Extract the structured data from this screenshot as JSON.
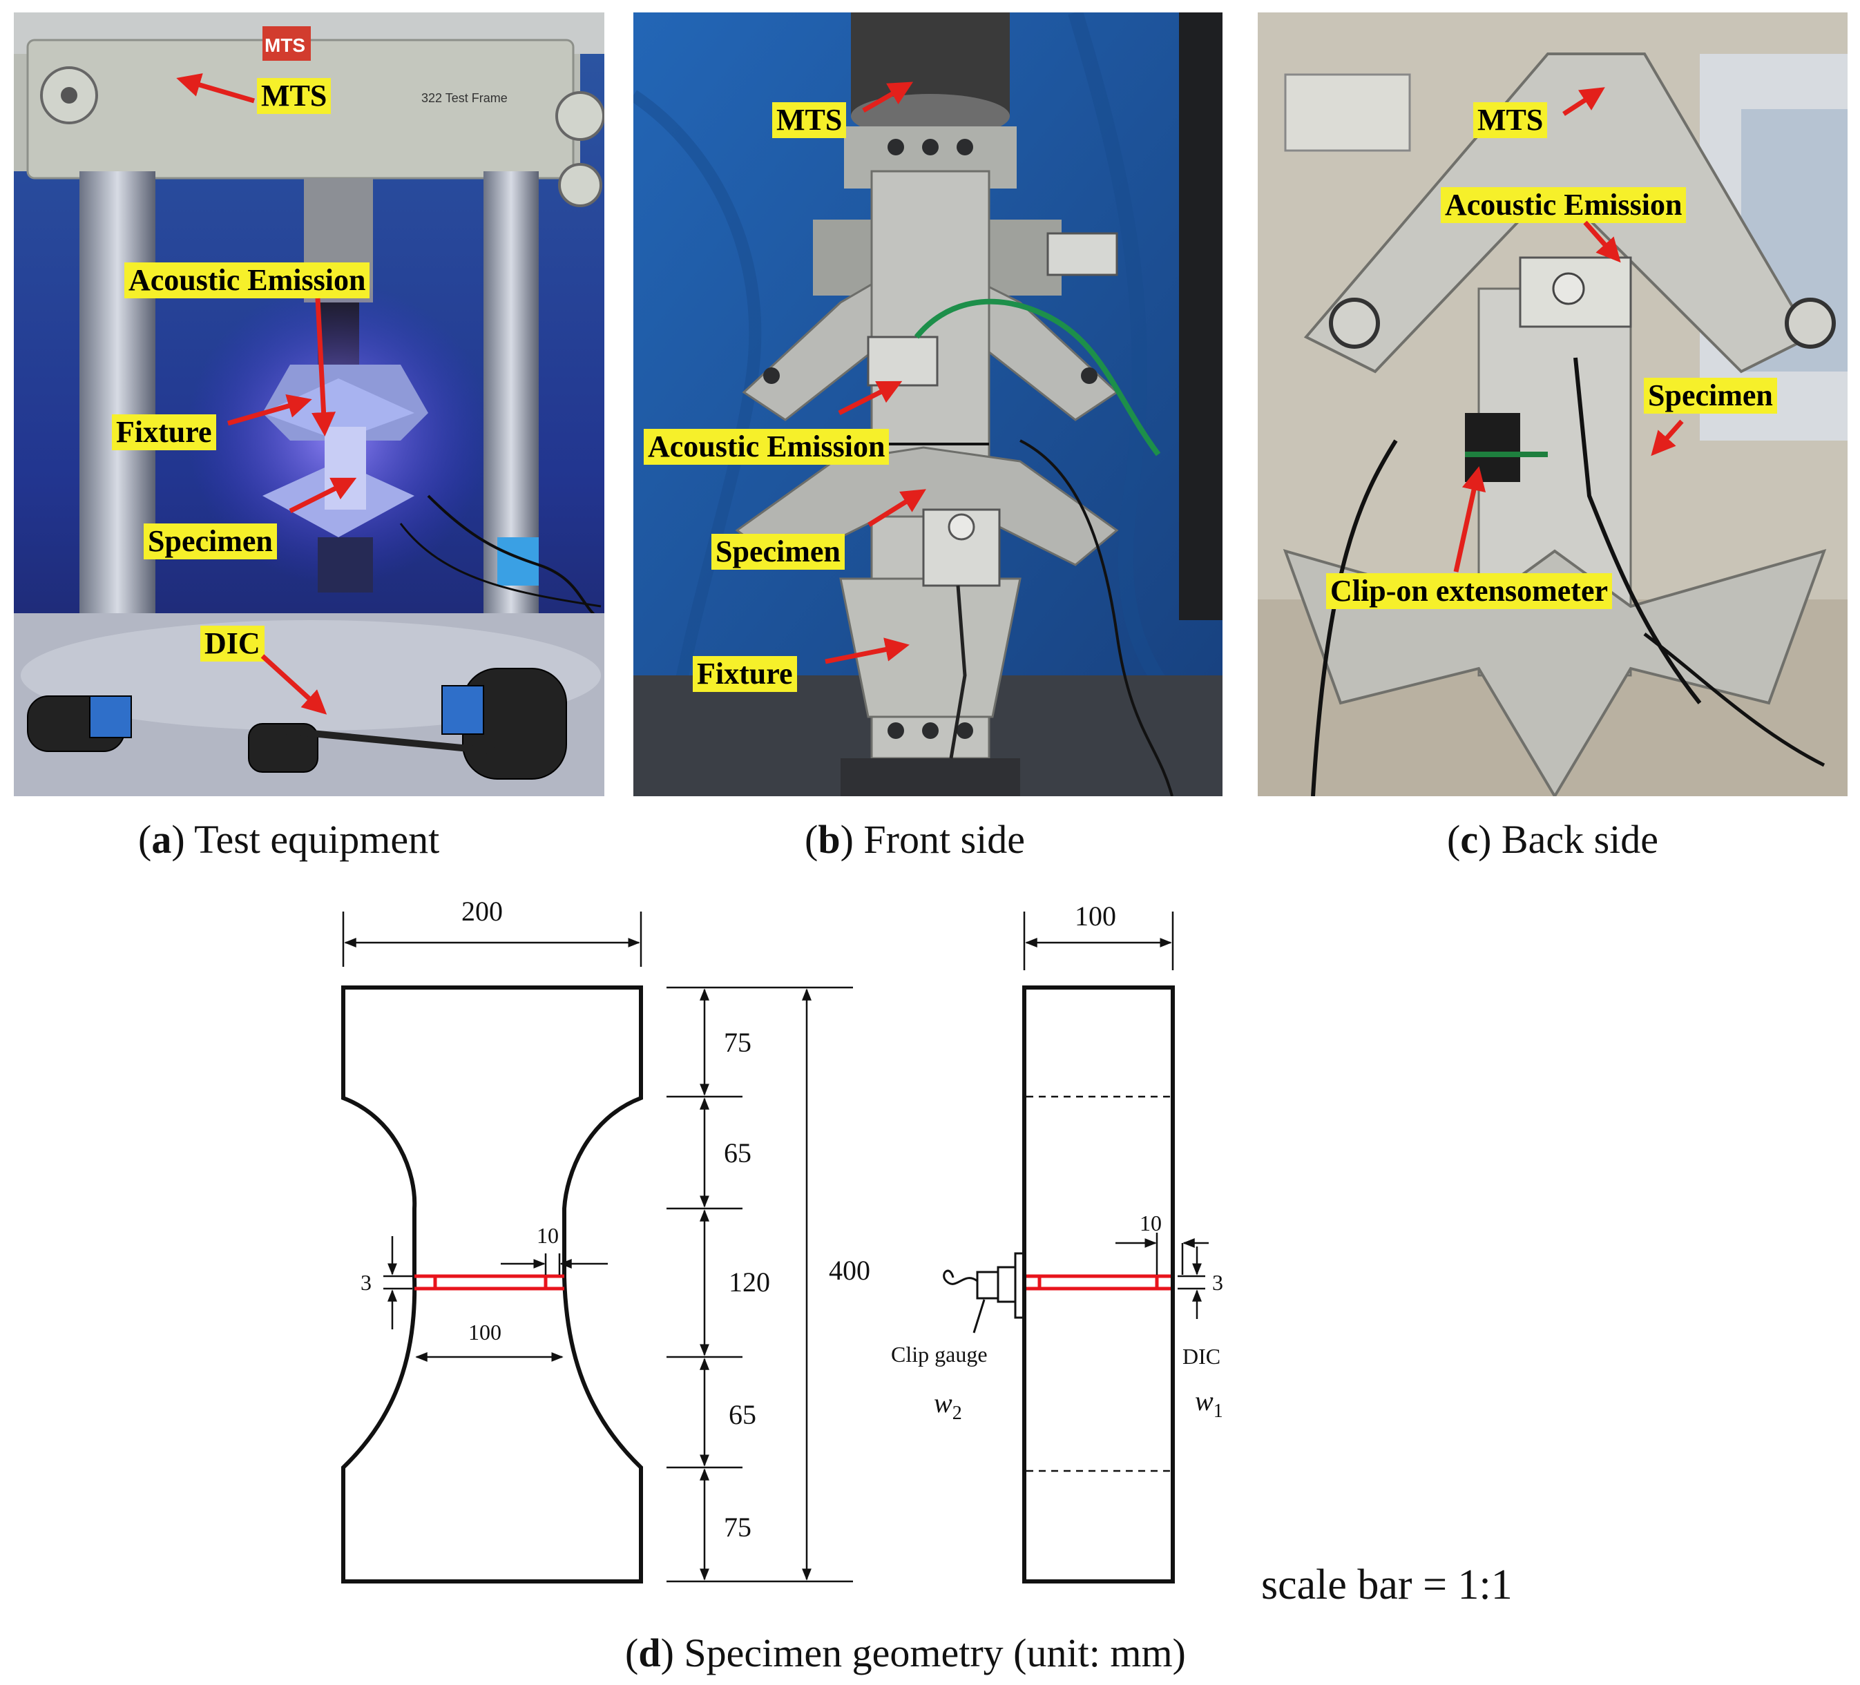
{
  "panels": [
    {
      "letter": "a",
      "caption": "Test equipment",
      "labels": {
        "mts": "MTS",
        "ae": "Acoustic Emission",
        "fixture": "Fixture",
        "specimen": "Specimen",
        "dic": "DIC"
      },
      "brand": "MTS",
      "frame_text": "322 Test Frame"
    },
    {
      "letter": "b",
      "caption": "Front side",
      "labels": {
        "mts": "MTS",
        "ae": "Acoustic Emission",
        "specimen": "Specimen",
        "fixture": "Fixture"
      }
    },
    {
      "letter": "c",
      "caption": "Back side",
      "labels": {
        "mts": "MTS",
        "ae": "Acoustic Emission",
        "specimen": "Specimen",
        "clip": "Clip-on extensometer"
      }
    }
  ],
  "geometry": {
    "letter": "d",
    "caption": "Specimen geometry (unit: mm)",
    "front": {
      "width": "200",
      "segments": [
        "75",
        "65",
        "120",
        "65",
        "75"
      ],
      "total_height": "400",
      "notch_spacing": "10",
      "notch_height": "3",
      "neck_width": "100"
    },
    "side": {
      "width": "100",
      "notch_spacing": "10",
      "notch_height": "3",
      "clip_gauge": "Clip gauge",
      "dic": "DIC",
      "w2": {
        "base": "w",
        "sub": "2"
      },
      "w1": {
        "base": "w",
        "sub": "1"
      }
    },
    "scale_bar": "scale bar = 1:1"
  },
  "colors": {
    "callout_bg": "#f6f02a",
    "arrow": "#e3201b",
    "notch": "#e8141c",
    "line": "#111111",
    "tarp": "#1f5fa8",
    "uv_light": "#3b2fd1",
    "fixture_grey": "#b9bab6"
  }
}
